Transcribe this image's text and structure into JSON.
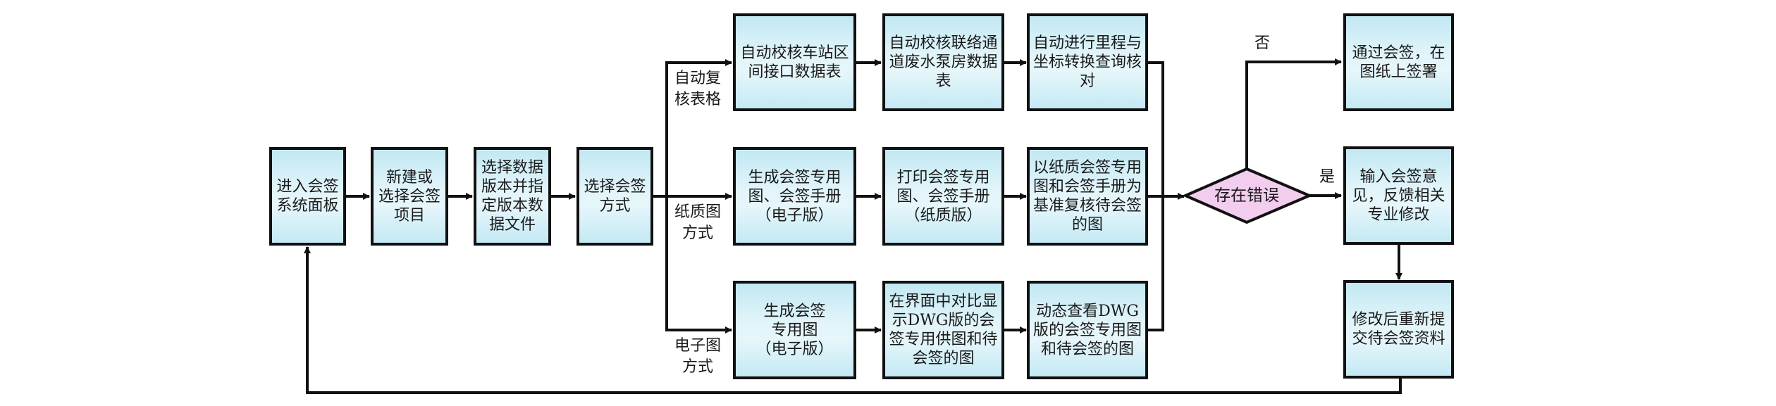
{
  "diagram": {
    "start_boxes": [
      {
        "id": "enter-panel",
        "text": "进入会签\n系统面板"
      },
      {
        "id": "new-or-select-project",
        "text": "新建或\n选择会签\n项目"
      },
      {
        "id": "select-data-version",
        "text": "选择数据\n版本并指\n定版本数\n据文件"
      },
      {
        "id": "select-method",
        "text": "选择会签\n方式"
      }
    ],
    "branch_labels": {
      "auto_table": "自动复\n核表格",
      "paper": "纸质图\n方式",
      "electronic": "电子图\n方式"
    },
    "rows": {
      "auto_table": [
        "自动校核车站区\n间接口数据表",
        "自动校核联络通\n道废水泵房数据\n表",
        "自动进行里程与\n坐标转换查询核\n对"
      ],
      "paper": [
        "生成会签专用\n图、会签手册\n（电子版）",
        "打印会签专用\n图、会签手册\n（纸质版）",
        "以纸质会签专用\n图和会签手册为\n基准复核待会签\n的图"
      ],
      "electronic": [
        "生成会签\n专用图\n（电子版）",
        "在界面中对比显\n示DWG版的会\n签专用供图和待\n会签的图",
        "动态查看DWG\n版的会签专用图\n和待会签的图"
      ]
    },
    "decision": {
      "text": "存在错误",
      "no_label": "否",
      "yes_label": "是"
    },
    "outcomes": {
      "pass": "通过会签，在\n图纸上签署",
      "feedback": "输入会签意\n见，反馈相关\n专业修改",
      "resubmit": "修改后重新提\n交待会签资料"
    },
    "colors": {
      "box_fill": "#d4eff7",
      "decision_fill": "#f2cdee",
      "stroke": "#111111"
    }
  }
}
